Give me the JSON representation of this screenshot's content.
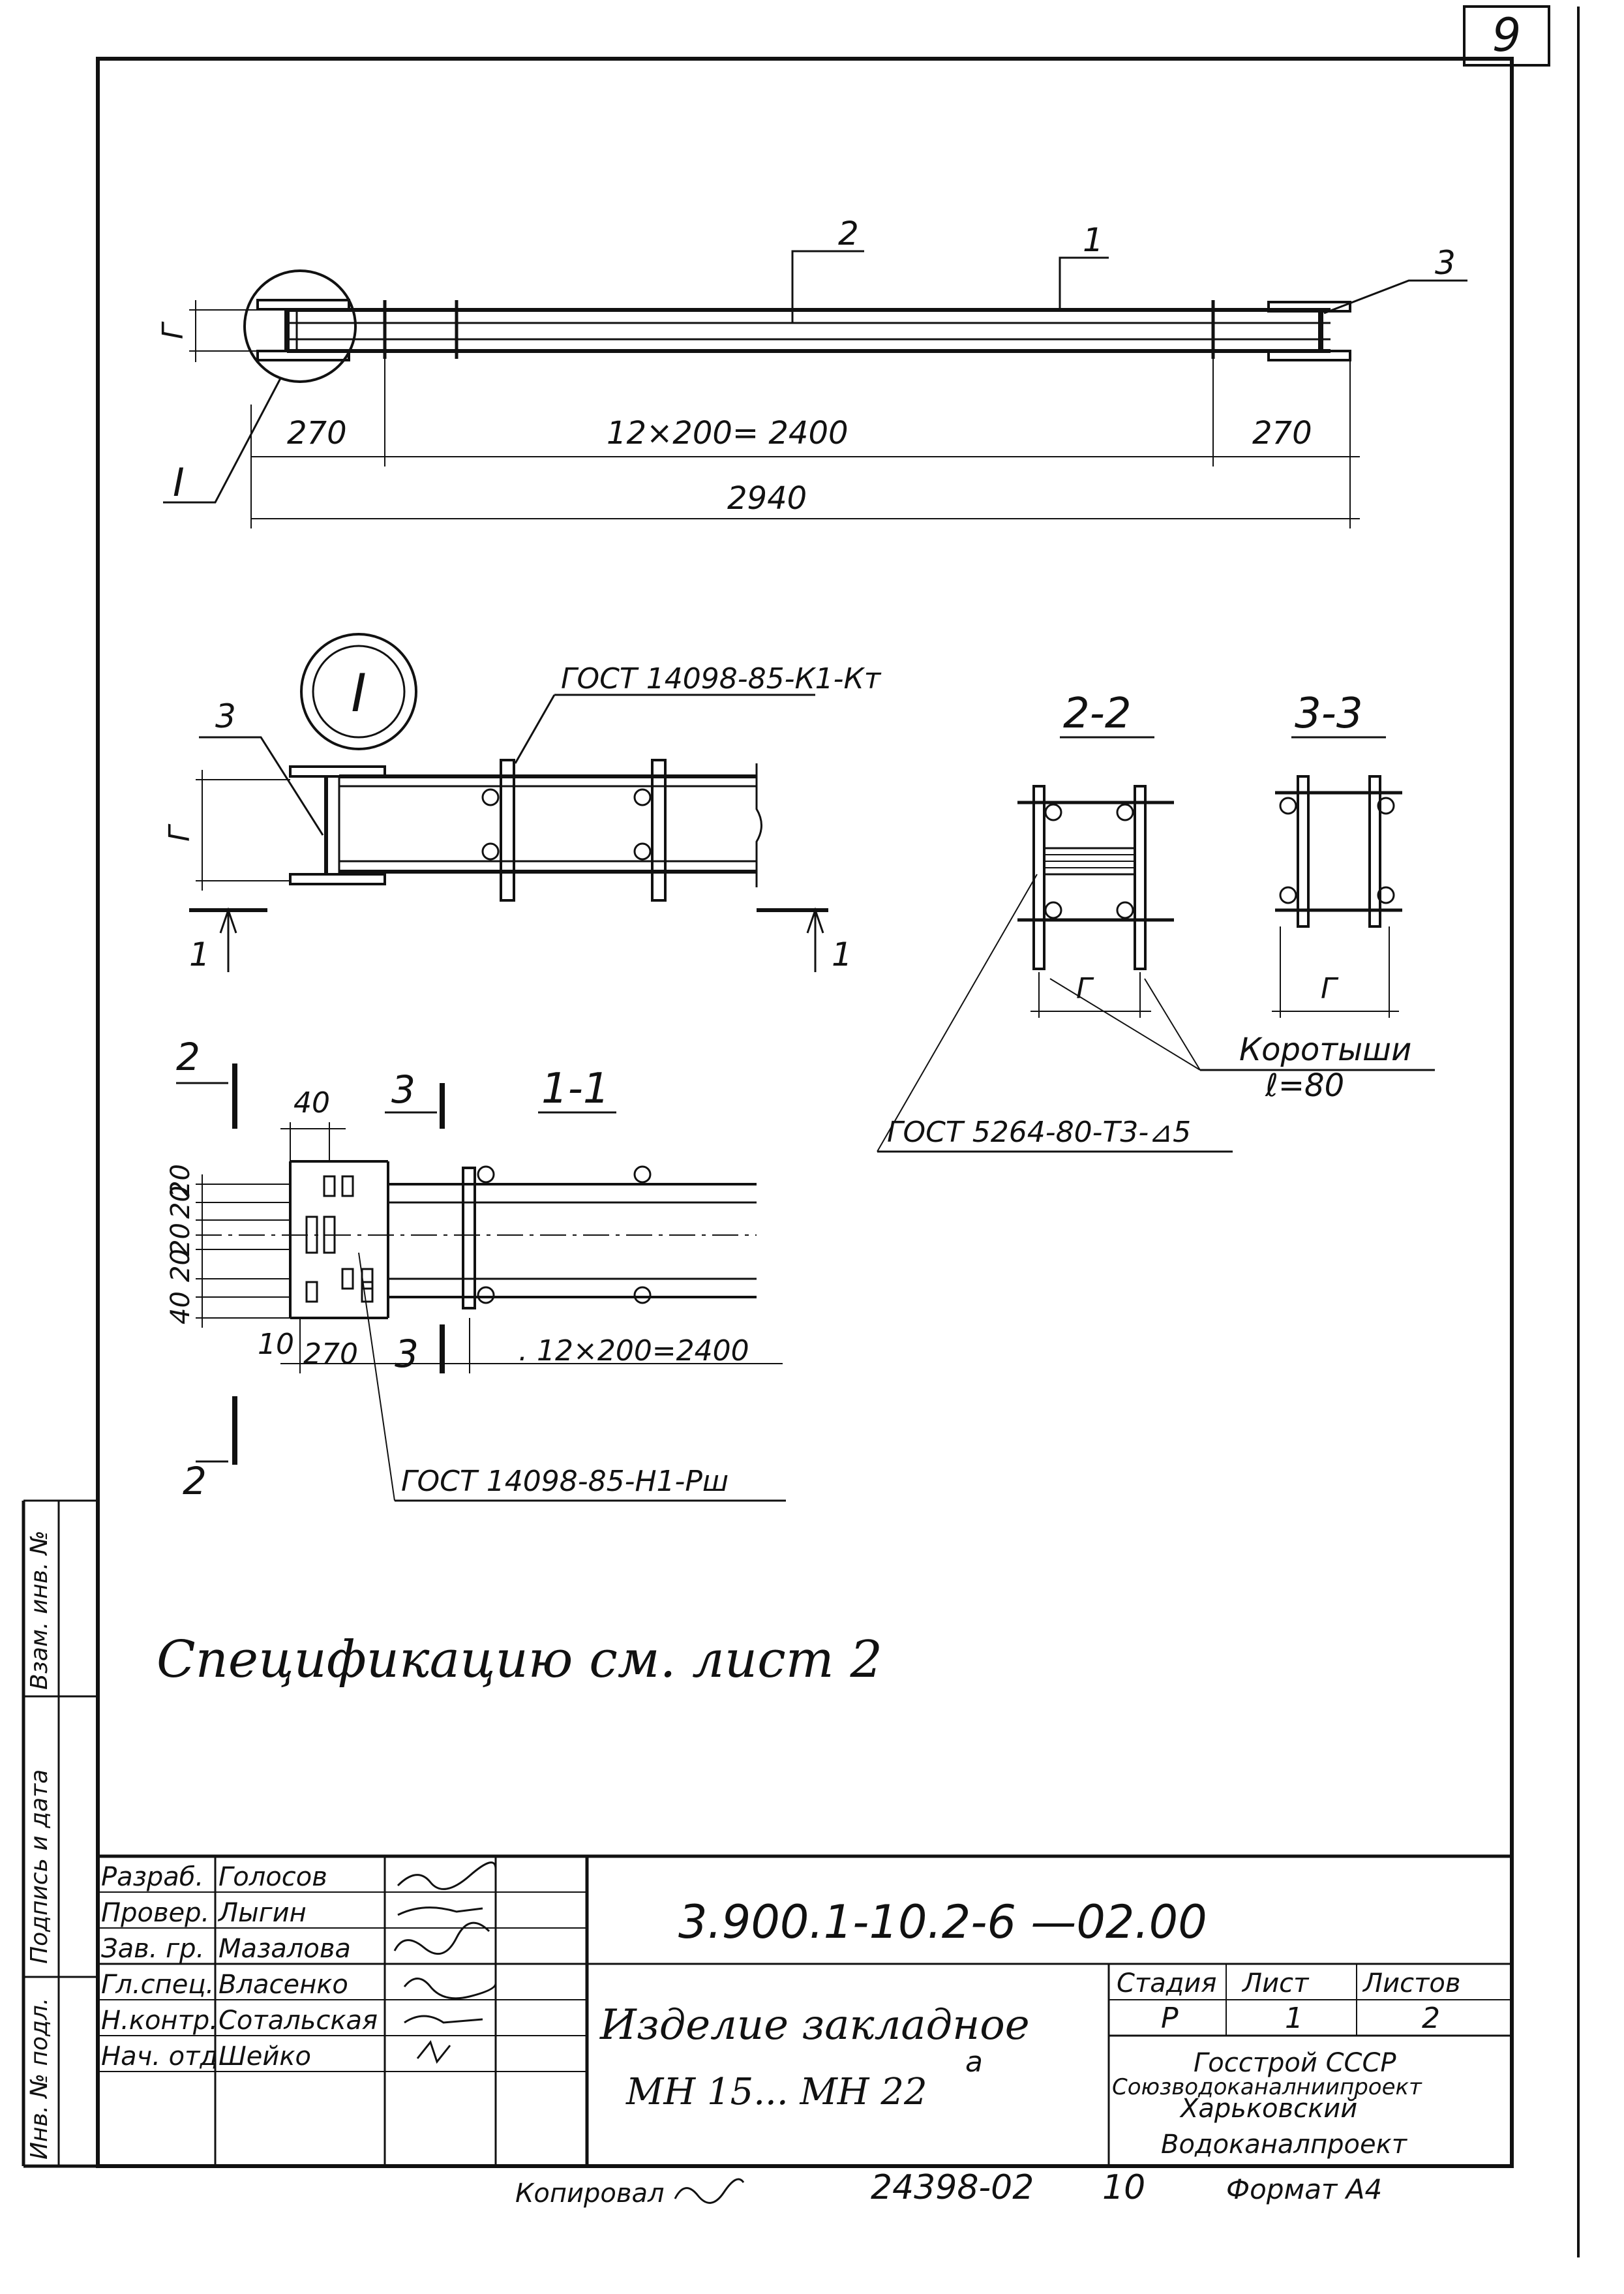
{
  "sheet_number": "9",
  "main_view": {
    "label_pos_2": "2",
    "label_pos_1": "1",
    "label_pos_3": "3",
    "height_label": "Г",
    "detail_ref": "I",
    "dim_left": "270",
    "dim_middle": "12×200= 2400",
    "dim_right": "270",
    "dim_total": "2940"
  },
  "detail_I": {
    "title": "I",
    "weld_note": "ГОСТ 14098-85-К1-Кт",
    "label_3": "3",
    "height_label": "Г",
    "section_left": "1",
    "section_right": "1"
  },
  "section_2_2": {
    "title": "2-2",
    "width_label": "Г"
  },
  "section_3_3": {
    "title": "3-3",
    "width_label": "Г"
  },
  "stubs_note": {
    "line1": "Коротыши",
    "line2": "ℓ=80",
    "weld": "ГОСТ 5264-80-Т3-⊿5"
  },
  "section_1_1": {
    "title": "1-1",
    "cut_2_top": "2",
    "cut_2_bottom": "2",
    "cut_3_top": "3",
    "cut_3_bottom": "3",
    "dim_40_top": "40",
    "dim_20a": "20",
    "dim_20b": "20",
    "dim_20c": "20",
    "dim_20d": "20",
    "dim_40_left": "40",
    "dim_10": "10",
    "dim_270": "270",
    "dim_span": ". 12×200=2400",
    "weld_note": "ГОСТ 14098-85-Н1-Рш"
  },
  "spec_note": "Спецификацию   см.   лист   2",
  "margin_labels": {
    "inv_orig": "Инв. № подл.",
    "sign_date": "Подпись и дата",
    "inv_repl": "Взам. инв. №"
  },
  "title_block": {
    "roles": [
      {
        "role": "Разраб.",
        "name": "Голосов"
      },
      {
        "role": "Провер.",
        "name": "Лыгин"
      },
      {
        "role": "Зав. гр.",
        "name": "Мазалова"
      },
      {
        "role": "Гл.спец.",
        "name": "Власенко"
      },
      {
        "role": "Н.контр.",
        "name": "Сотальская"
      },
      {
        "role": "Нач. отд.",
        "name": "Шейко"
      }
    ],
    "designation": "3.900.1-10.2-6    —02.00",
    "product_name_line1": "Изделие   закладное",
    "product_name_line2": "МН 15...   МН 22",
    "product_superscript": "а",
    "stage_header": "Стадия",
    "sheet_header": "Лист",
    "sheets_header": "Листов",
    "stage_value": "Р",
    "sheet_value": "1",
    "sheets_value": "2",
    "org_line1": "Госстрой СССР",
    "org_line2": "Союзводоканалниипроект",
    "org_line3": "Харьковский",
    "org_line4": "Водоканалпроект"
  },
  "footer": {
    "copied": "Копировал",
    "doc_number": "24398-02",
    "page": "10",
    "format": "Формат А4"
  }
}
